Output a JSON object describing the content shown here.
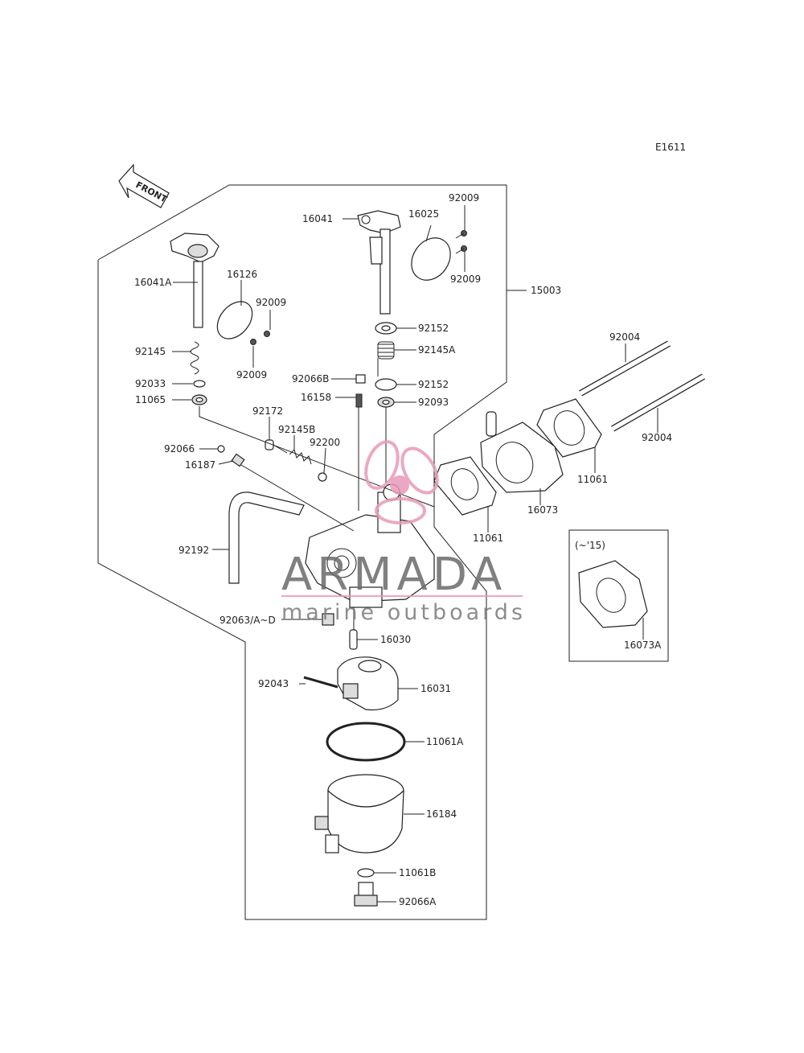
{
  "diagram_code": "E1611",
  "front_marker": "FRONT",
  "inset_note": "(~'15)",
  "watermark": {
    "brand": "ARMADA",
    "tagline": "marine outboards",
    "accent_color": "#e89ab8"
  },
  "labels": {
    "l15003": "15003",
    "l16041": "16041",
    "l16025": "16025",
    "l92009_a": "92009",
    "l92009_b": "92009",
    "l92009_c": "92009",
    "l92009_d": "92009",
    "l16041A": "16041A",
    "l16126": "16126",
    "l92145": "92145",
    "l92033": "92033",
    "l11065": "11065",
    "l92152_a": "92152",
    "l92145A": "92145A",
    "l92066B": "92066B",
    "l92152_b": "92152",
    "l16158": "16158",
    "l92093": "92093",
    "l92172": "92172",
    "l92145B": "92145B",
    "l92200": "92200",
    "l92066": "92066",
    "l16187": "16187",
    "l92192": "92192",
    "l92004_a": "92004",
    "l92004_b": "92004",
    "l11061_a": "11061",
    "l16073": "16073",
    "l11061_b": "11061",
    "l16073A": "16073A",
    "l92063": "92063/A~D",
    "l16030": "16030",
    "l92043": "92043",
    "l16031": "16031",
    "l11061A": "11061A",
    "l16184": "16184",
    "l11061B": "11061B",
    "l92066A": "92066A"
  }
}
